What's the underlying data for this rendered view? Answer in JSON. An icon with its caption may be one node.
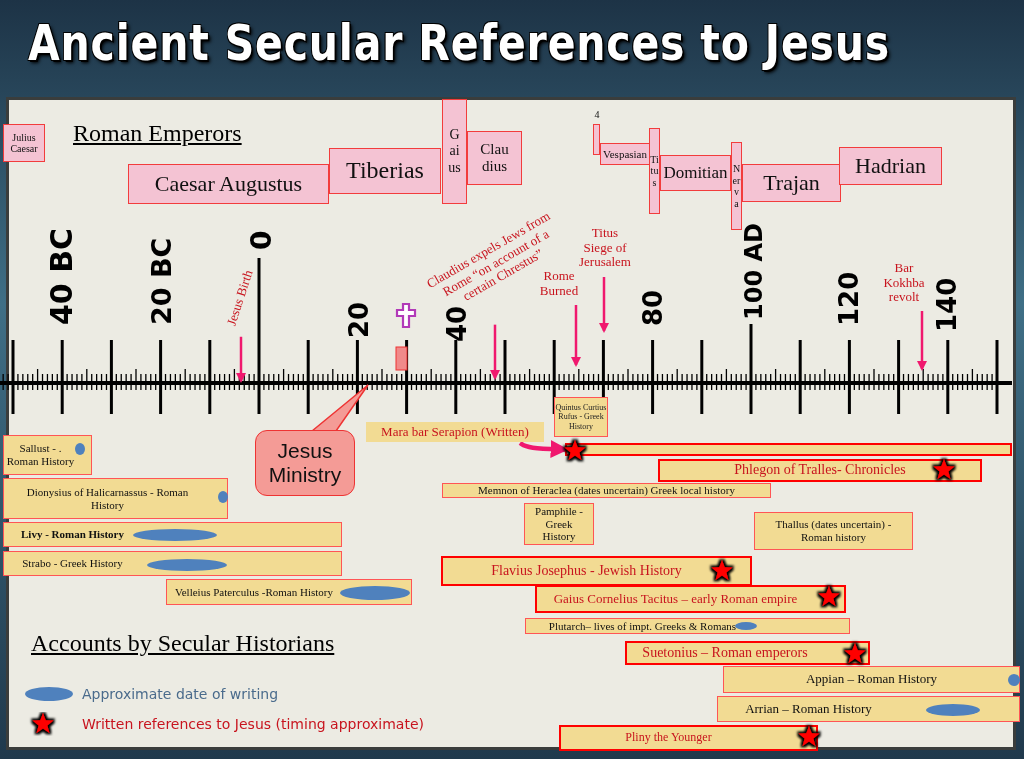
{
  "diagram": {
    "title": "Ancient Secular References to Jesus",
    "nodes": [
      {
        "text": [
          "Julius Caesar"
        ]
      },
      {
        "text": [
          "Caesar Augustus"
        ]
      },
      {
        "text": [
          "Tiberias"
        ]
      },
      {
        "text": [
          "Gaius"
        ]
      },
      {
        "text": [
          "Clau dius"
        ]
      },
      {
        "text": [
          "4"
        ]
      },
      {
        "text": [
          "Vespasian"
        ]
      },
      {
        "text": [
          "Titus"
        ]
      },
      {
        "text": [
          "Domitian"
        ]
      },
      {
        "text": [
          "Nerva"
        ]
      },
      {
        "text": [
          "Trajan"
        ]
      },
      {
        "text": [
          "Hadrian"
        ]
      },
      {
        "text": [
          "Jesus Birth"
        ]
      },
      {
        "text": [
          "Claudius expels Jews from Rome “on account of a certain Chrestus”"
        ]
      },
      {
        "text": [
          "Rome Burned"
        ]
      },
      {
        "text": [
          "Titus Siege of Jerusalem"
        ]
      },
      {
        "text": [
          "Bar Kokhba revolt"
        ]
      },
      {
        "text": [
          "Jesus Ministry"
        ]
      },
      {
        "text": [
          "Sallust - . Roman History"
        ]
      },
      {
        "text": [
          "Dionysius of Halicarnassus - Roman History"
        ]
      },
      {
        "text": [
          "Livy - Roman History"
        ]
      },
      {
        "text": [
          "Strabo -  Greek History"
        ]
      },
      {
        "text": [
          "Velleius Paterculus -Roman History"
        ]
      },
      {
        "text": [
          "Mara bar Serapion (Written)"
        ]
      },
      {
        "text": [],
        "shape": "bar"
      },
      {
        "text": [
          "Quintus Curtius Rufus - Greek History"
        ]
      },
      {
        "text": [
          "Phlegon of Tralles- Chronicles"
        ]
      },
      {
        "text": [
          "Memnon of Heraclea (dates uncertain) Greek local history"
        ]
      },
      {
        "text": [
          "Pamphile - Greek History"
        ]
      },
      {
        "text": [
          "Thallus (dates uncertain) - Roman history"
        ]
      },
      {
        "text": [
          "Flavius Josephus - Jewish History"
        ]
      },
      {
        "text": [
          "Gaius Cornelius Tacitus – early Roman empire"
        ]
      },
      {
        "text": [
          "Plutarch– lives of impt. Greeks & Romans"
        ]
      },
      {
        "text": [
          "Suetonius –  Roman emperors"
        ]
      },
      {
        "text": [
          "Appian – Roman History"
        ]
      },
      {
        "text": [
          "Arrian – Roman History"
        ]
      },
      {
        "text": [
          "Pliny the Younger"
        ]
      }
    ],
    "edges": [
      {
        "from": 12,
        "to": null,
        "arrow": "to"
      },
      {
        "from": 13,
        "to": null,
        "arrow": "to"
      },
      {
        "from": 14,
        "to": null,
        "arrow": "to"
      },
      {
        "from": 15,
        "to": null,
        "arrow": "to"
      },
      {
        "from": 16,
        "to": null,
        "arrow": "to"
      },
      {
        "from": 23,
        "to": 24,
        "arrow": "to",
        "style": "thick"
      }
    ],
    "labels": [
      "Roman Emperors",
      "40 BC",
      "20 BC",
      "0",
      "20",
      "40",
      "80",
      "100 AD",
      "120",
      "140",
      "Accounts by Secular Historians"
    ],
    "legend": [
      {
        "text": "Approximate date of writing",
        "color": "#4f81bd"
      },
      {
        "text": "Written references to Jesus (timing approximate)"
      }
    ]
  }
}
